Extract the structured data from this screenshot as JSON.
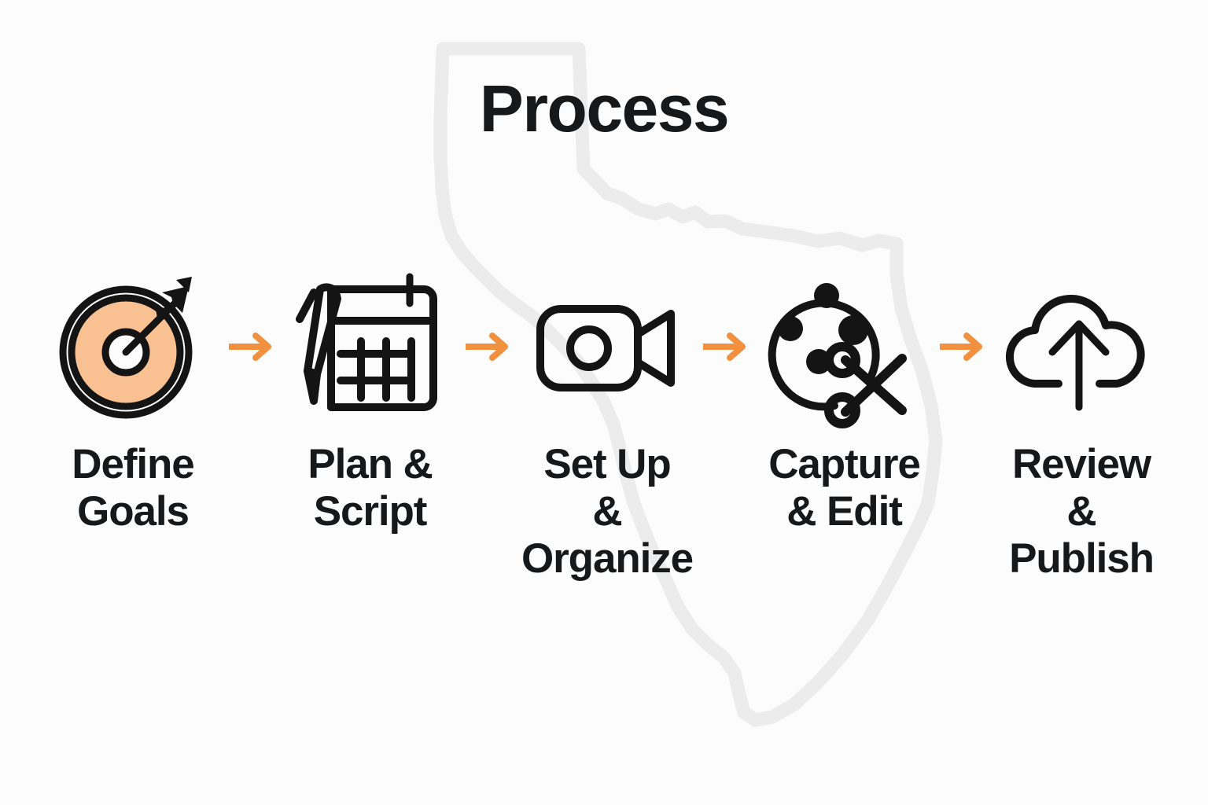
{
  "page": {
    "title": "Process",
    "background_color": "#fcfcfc",
    "text_color": "#16181a",
    "accent_orange": "#f1903f",
    "fill_orange": "#f9c191",
    "map_outline_color": "#ececec",
    "map_outline_name": "texas-state-outline"
  },
  "steps": [
    {
      "index": 1,
      "icon": "target-arrow-icon",
      "label": "Define\nGoals",
      "label_line1": "Define",
      "label_line2": "Goals"
    },
    {
      "index": 2,
      "icon": "calendar-pen-icon",
      "label": "Plan &\nScript",
      "label_line1": "Plan &",
      "label_line2": "Script"
    },
    {
      "index": 3,
      "icon": "video-camera-icon",
      "label": "Set Up\n& Organize",
      "label_line1": "Set Up",
      "label_line2": "& Organize"
    },
    {
      "index": 4,
      "icon": "film-reel-scissors-icon",
      "label": "Capture\n& Edit",
      "label_line1": "Capture",
      "label_line2": "& Edit"
    },
    {
      "index": 5,
      "icon": "cloud-upload-icon",
      "label": "Review\n& Publish",
      "label_line1": "Review",
      "label_line2": "& Publish"
    }
  ],
  "connectors": [
    {
      "index": 1,
      "icon": "arrow-right-icon",
      "from": "Define Goals",
      "to": "Plan & Script"
    },
    {
      "index": 2,
      "icon": "arrow-right-icon",
      "from": "Plan & Script",
      "to": "Set Up & Organize"
    },
    {
      "index": 3,
      "icon": "arrow-right-icon",
      "from": "Set Up & Organize",
      "to": "Capture & Edit"
    },
    {
      "index": 4,
      "icon": "arrow-right-icon",
      "from": "Capture & Edit",
      "to": "Review & Publish"
    }
  ]
}
